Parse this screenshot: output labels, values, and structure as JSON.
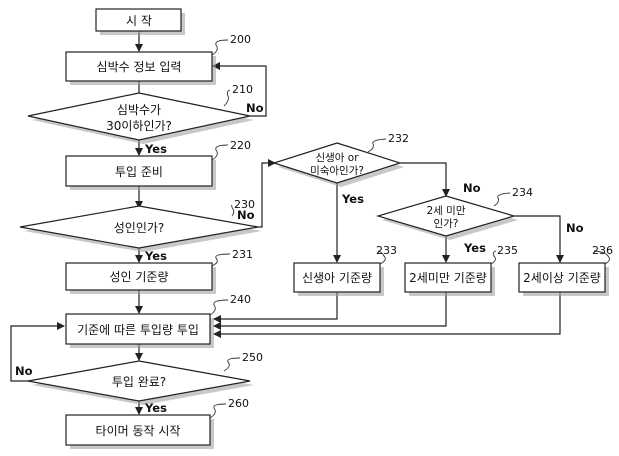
{
  "nodes": {
    "start": "시 작",
    "n200": "심박수 정보 입력",
    "n210_line1": "심박수가",
    "n210_line2": "30이하인가?",
    "n220": "투입 준비",
    "n230": "성인인가?",
    "n231": "성인 기준량",
    "n232_line1": "신생아 or",
    "n232_line2": "미숙아인가?",
    "n233": "신생아 기준량",
    "n234_line1": "2세 미만",
    "n234_line2": "인가?",
    "n235": "2세미만 기준량",
    "n236": "2세이상 기준량",
    "n240": "기준에 따른 투입량 투입",
    "n250": "투입 완료?",
    "n260": "타이머 동작 시작"
  },
  "refs": {
    "r200": "200",
    "r210": "210",
    "r220": "220",
    "r230": "230",
    "r231": "231",
    "r232": "232",
    "r233": "233",
    "r234": "234",
    "r235": "235",
    "r236": "236",
    "r240": "240",
    "r250": "250",
    "r260": "260"
  },
  "labels": {
    "yes": "Yes",
    "no": "No"
  }
}
